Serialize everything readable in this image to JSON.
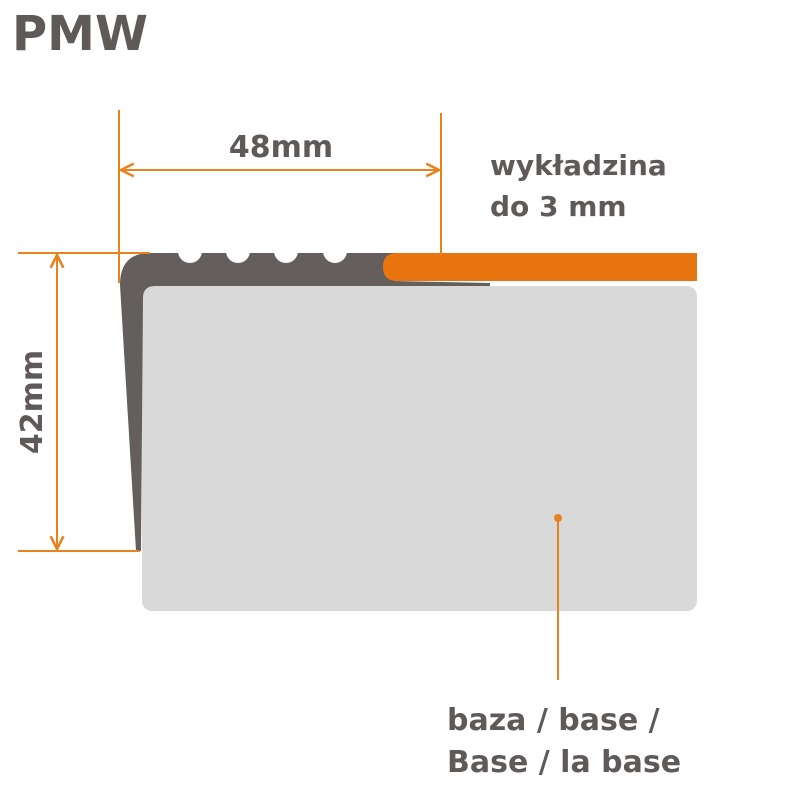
{
  "title": "PMW",
  "dimensions": {
    "width_label": "48mm",
    "height_label": "42mm"
  },
  "labels": {
    "carpet_line1": "wykładzina",
    "carpet_line2": "do 3 mm",
    "base_line1": "baza / base /",
    "base_line2": "Base / la base"
  },
  "colors": {
    "profile": "#645f5c",
    "carpet": "#e8750f",
    "base": "#d9d9d9",
    "dimension": "#e8821e",
    "text": "#5f5a57"
  }
}
